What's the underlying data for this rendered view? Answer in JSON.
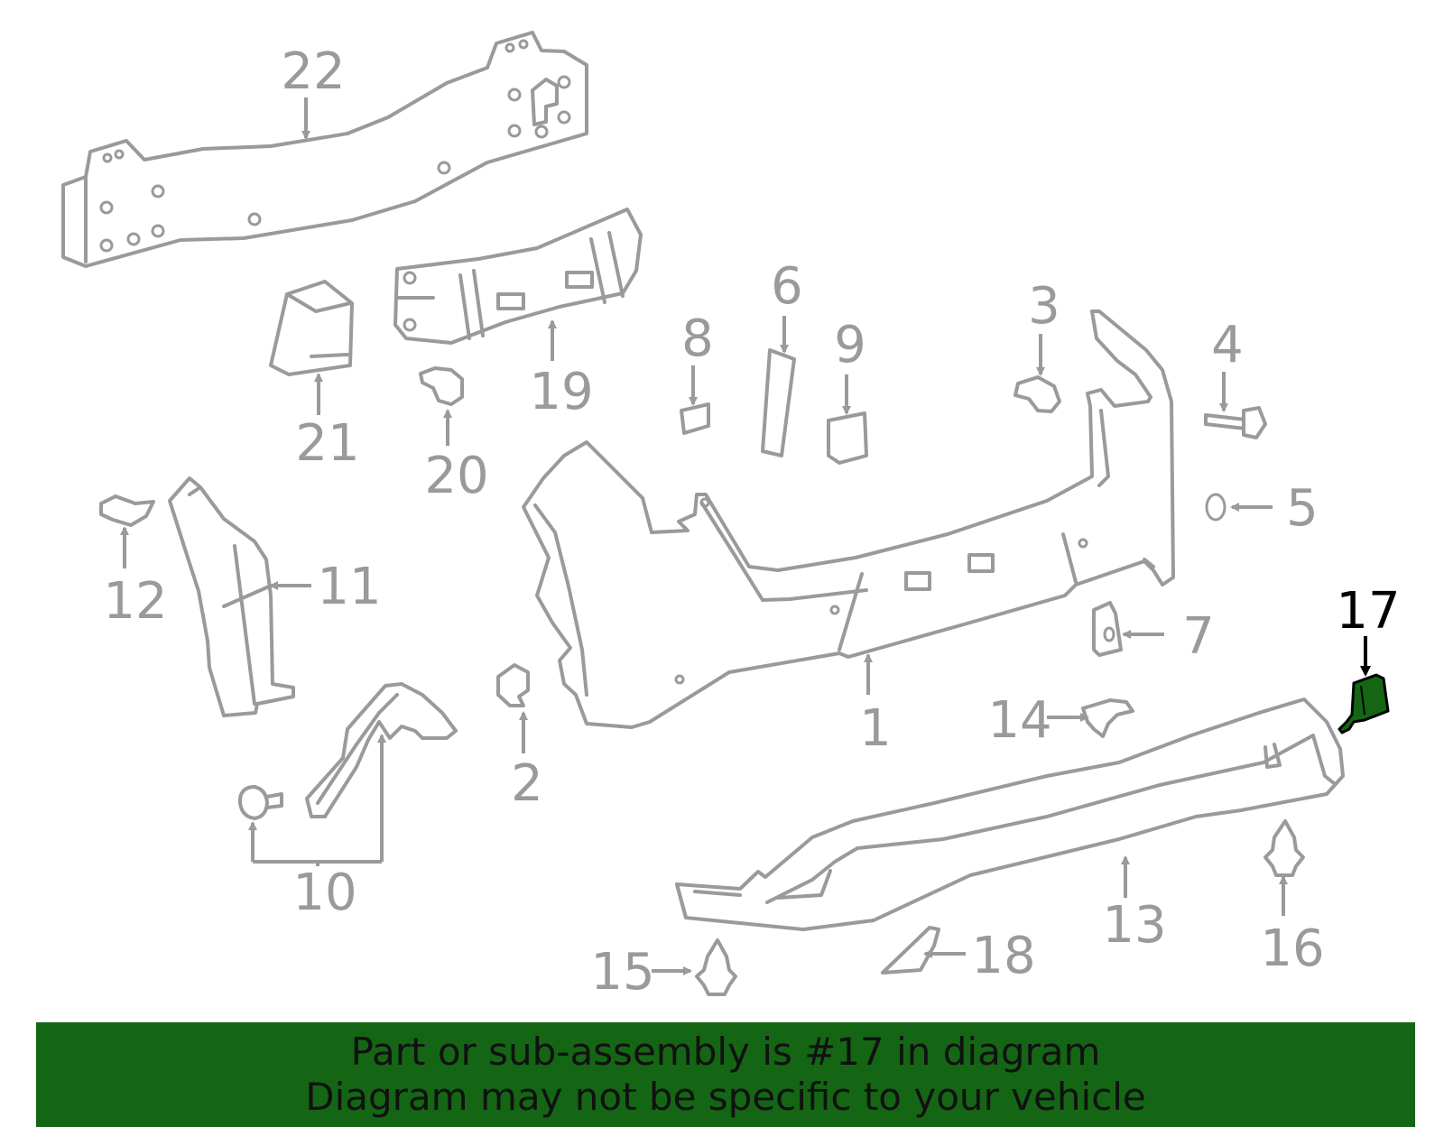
{
  "diagram": {
    "callouts": [
      "1",
      "2",
      "3",
      "4",
      "5",
      "6",
      "7",
      "8",
      "9",
      "10",
      "11",
      "12",
      "13",
      "14",
      "15",
      "16",
      "17",
      "18",
      "19",
      "20",
      "21",
      "22"
    ],
    "highlighted_part": "17",
    "highlight_color": "#146614"
  },
  "banner": {
    "line1": "Part or sub-assembly is #17 in diagram",
    "line2": "Diagram may not be specific to your vehicle",
    "background": "#146614"
  }
}
